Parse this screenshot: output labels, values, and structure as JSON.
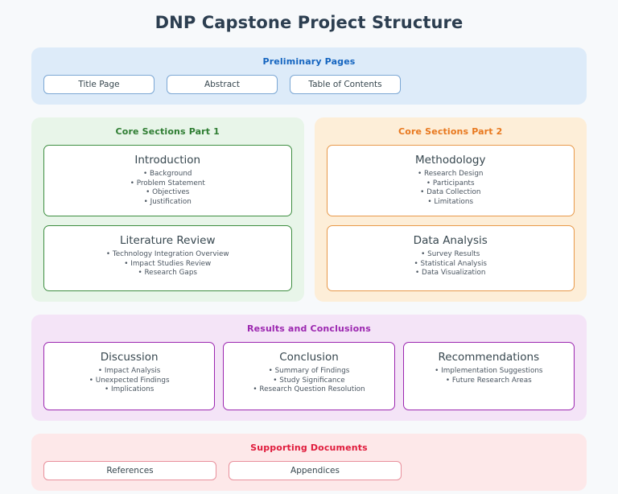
{
  "page": {
    "title": "DNP Capstone Project Structure",
    "background_color": "#f7f9fb",
    "title_color": "#2c3e50"
  },
  "sections": {
    "preliminary": {
      "title": "Preliminary Pages",
      "accent_color": "#1565c0",
      "background_color": "#ddebf9",
      "border_color": "#7ba7d4",
      "items": [
        {
          "label": "Title Page"
        },
        {
          "label": "Abstract"
        },
        {
          "label": "Table of Contents"
        }
      ]
    },
    "core_part1": {
      "title": "Core Sections Part 1",
      "accent_color": "#2e7d32",
      "background_color": "#e8f5e9",
      "border_color": "#3e8e41",
      "cards": [
        {
          "title": "Introduction",
          "items": [
            "Background",
            "Problem Statement",
            "Objectives",
            "Justification"
          ]
        },
        {
          "title": "Literature Review",
          "items": [
            "Technology Integration Overview",
            "Impact Studies Review",
            "Research Gaps"
          ]
        }
      ]
    },
    "core_part2": {
      "title": "Core Sections Part 2",
      "accent_color": "#e8781e",
      "background_color": "#fdeed8",
      "border_color": "#e8994a",
      "cards": [
        {
          "title": "Methodology",
          "items": [
            "Research Design",
            "Participants",
            "Data Collection",
            "Limitations"
          ]
        },
        {
          "title": "Data Analysis",
          "items": [
            "Survey Results",
            "Statistical Analysis",
            "Data Visualization"
          ]
        }
      ]
    },
    "results": {
      "title": "Results and Conclusions",
      "accent_color": "#9c27b0",
      "background_color": "#f4e4f7",
      "border_color": "#9c27b0",
      "cards": [
        {
          "title": "Discussion",
          "items": [
            "Impact Analysis",
            "Unexpected Findings",
            "Implications"
          ]
        },
        {
          "title": "Conclusion",
          "items": [
            "Summary of Findings",
            "Study Significance",
            "Research Question Resolution"
          ]
        },
        {
          "title": "Recommendations",
          "items": [
            "Implementation Suggestions",
            "Future Research Areas"
          ]
        }
      ]
    },
    "supporting": {
      "title": "Supporting Documents",
      "accent_color": "#e01b3c",
      "background_color": "#fde8e9",
      "border_color": "#e8909c",
      "items": [
        {
          "label": "References"
        },
        {
          "label": "Appendices"
        }
      ]
    }
  }
}
